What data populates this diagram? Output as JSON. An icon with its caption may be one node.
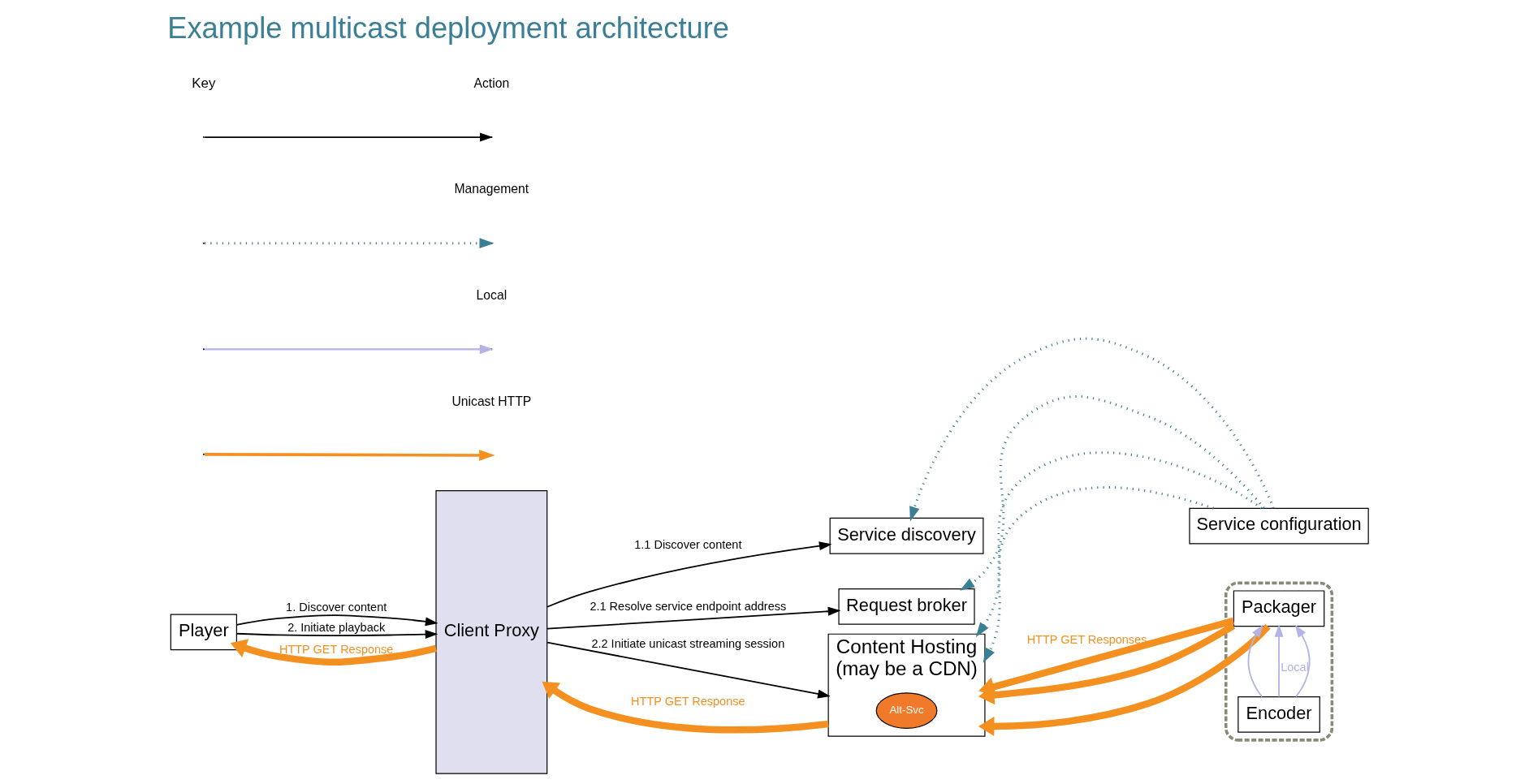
{
  "diagram": {
    "title": "Example multicast deployment architecture",
    "nodes": [
      {
        "text": [
          "Player"
        ]
      },
      {
        "text": [
          "Client Proxy"
        ]
      },
      {
        "text": [
          "Service discovery"
        ]
      },
      {
        "text": [
          "Request broker"
        ]
      },
      {
        "text": [
          "Service configuration"
        ]
      },
      {
        "text": [
          "Content Hosting",
          "(may be a CDN)"
        ]
      },
      {
        "text": [
          "Alt-Svc"
        ],
        "in": 5
      },
      {
        "text": [],
        "shape": "box"
      },
      {
        "text": [
          "Packager"
        ],
        "in": 7
      },
      {
        "text": [
          "Encoder"
        ],
        "in": 7
      }
    ],
    "edges": [
      {
        "from": 0,
        "to": 1,
        "arrow": "to",
        "label": "1. Discover content"
      },
      {
        "from": 0,
        "to": 1,
        "arrow": "to",
        "label": "2. Initiate playback"
      },
      {
        "from": 1,
        "to": 0,
        "arrow": "to",
        "label": "HTTP GET Response",
        "style": "thick",
        "color": "#f39020"
      },
      {
        "from": 1,
        "to": 2,
        "arrow": "to",
        "label": "1.1 Discover content"
      },
      {
        "from": 1,
        "to": 3,
        "arrow": "to",
        "label": "2.1 Resolve service endpoint address"
      },
      {
        "from": 1,
        "to": 5,
        "arrow": "to",
        "label": "2.2 Initiate unicast streaming session"
      },
      {
        "from": 5,
        "to": 1,
        "arrow": "to",
        "label": "HTTP GET Response",
        "style": "thick",
        "color": "#f39020"
      },
      {
        "from": 4,
        "to": 2,
        "arrow": "to",
        "style": "dashed",
        "color": "#3a7f96"
      },
      {
        "from": 4,
        "to": 3,
        "arrow": "to",
        "style": "dashed",
        "color": "#3a7f96"
      },
      {
        "from": 4,
        "to": 5,
        "arrow": "to",
        "style": "dashed",
        "color": "#3a7f96"
      },
      {
        "from": 4,
        "to": 5,
        "arrow": "to",
        "style": "dashed",
        "color": "#3a7f96"
      },
      {
        "from": 8,
        "to": 5,
        "arrow": "to",
        "label": "HTTP GET Responses",
        "style": "thick",
        "color": "#f39020"
      },
      {
        "from": 8,
        "to": 5,
        "arrow": "to",
        "style": "thick",
        "color": "#f39020"
      },
      {
        "from": 8,
        "to": 5,
        "arrow": "to",
        "style": "thick",
        "color": "#f39020"
      },
      {
        "from": 9,
        "to": 8,
        "arrow": "to",
        "label": "Local",
        "color": "#b3b3e6"
      },
      {
        "from": 9,
        "to": 8,
        "arrow": "to",
        "color": "#b3b3e6"
      },
      {
        "from": 9,
        "to": 8,
        "arrow": "to",
        "color": "#b3b3e6"
      }
    ],
    "labels": [
      "Key"
    ],
    "legend": [
      {
        "text": "Action"
      },
      {
        "text": "Management"
      },
      {
        "text": "Local"
      },
      {
        "text": "Unicast HTTP"
      }
    ]
  }
}
